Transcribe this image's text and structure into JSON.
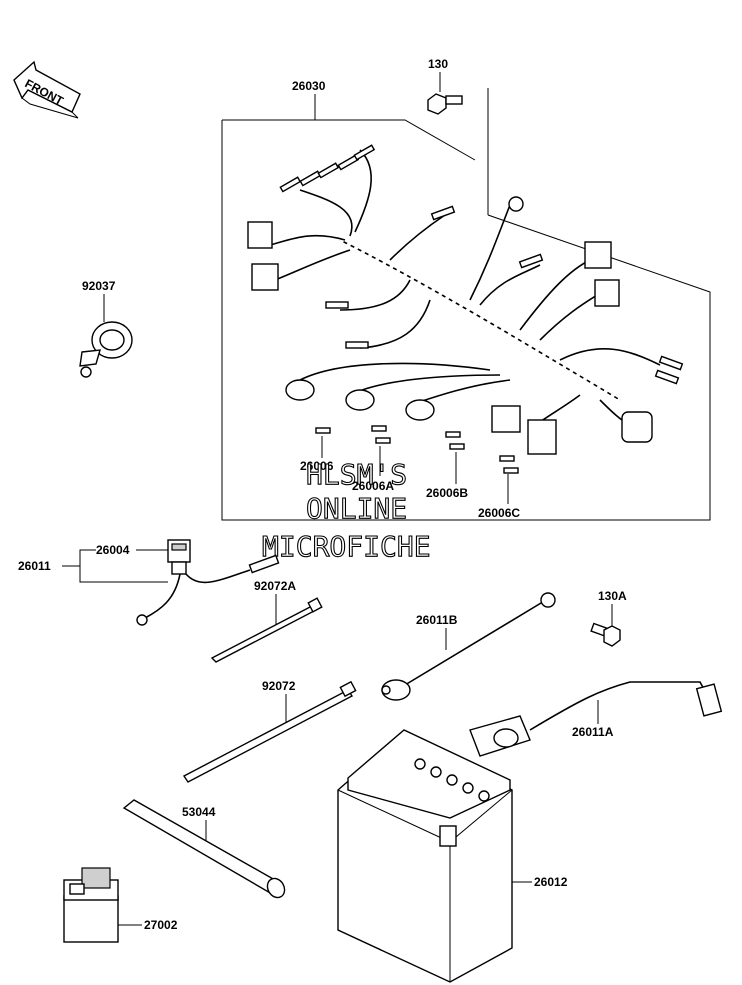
{
  "front_label": "FRONT",
  "watermark": {
    "line1": "HLSM'S",
    "line2": "ONLINE",
    "line3": "MICROFICHE"
  },
  "part_labels": {
    "p130": "130",
    "p26030": "26030",
    "p92037": "92037",
    "p26006": "26006",
    "p26006A": "26006A",
    "p26006B": "26006B",
    "p26006C": "26006C",
    "p26004": "26004",
    "p26011": "26011",
    "p92072A": "92072A",
    "p130A": "130A",
    "p26011B": "26011B",
    "p92072": "92072",
    "p26011A": "26011A",
    "p53044": "53044",
    "p26012": "26012",
    "p27002": "27002"
  }
}
